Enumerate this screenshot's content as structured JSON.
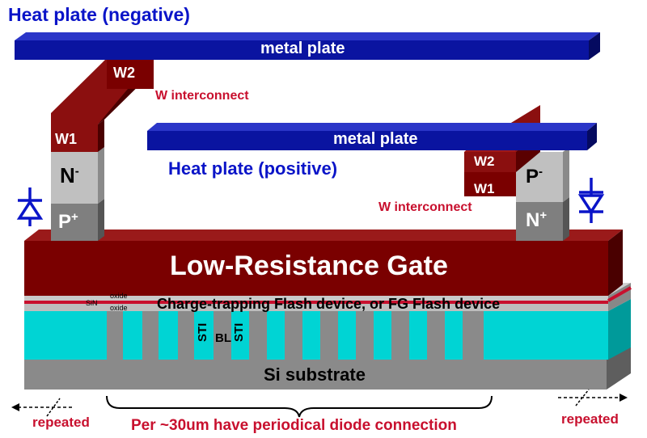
{
  "labels": {
    "heat_negative": "Heat plate (negative)",
    "heat_positive": "Heat plate (positive)",
    "metal_plate_top": "metal plate",
    "metal_plate_mid": "metal plate",
    "w2_left": "W2",
    "w1_left": "W1",
    "w_interconnect_left": "W interconnect",
    "w2_right": "W2",
    "w1_right": "W1",
    "w_interconnect_right": "W interconnect",
    "n_minus_left": "N",
    "n_minus_left_sup": "-",
    "p_plus_left": "P",
    "p_plus_left_sup": "+",
    "p_minus_right": "P",
    "p_minus_right_sup": "-",
    "n_plus_right": "N",
    "n_plus_right_sup": "+",
    "gate": "Low-Resistance Gate",
    "sin": "SiN",
    "oxide_top": "oxide",
    "oxide_bottom": "oxide",
    "flash_device": "Charge-trapping Flash device, or FG Flash device",
    "sti_left": "STI",
    "bl": "BL",
    "sti_right": "STI",
    "substrate": "Si substrate",
    "repeated_left": "repeated",
    "repeated_right": "repeated",
    "periodic": "Per ~30um have periodical diode connection"
  },
  "colors": {
    "metal_plate": "#0a14a0",
    "gate": "#7a0000",
    "tungsten": "#8b0f0f",
    "diode_light": "#c0c0c0",
    "diode_dark": "#7f7f7f",
    "cyan": "#00d4d4",
    "substrate": "#8a8a8a",
    "text_navy": "#0a14c8",
    "text_red": "#c8102e"
  },
  "icons": [
    "diode-symbol-icon-left",
    "diode-symbol-icon-right",
    "dashed-arrow-icon-left",
    "dashed-arrow-icon-right",
    "curly-brace-icon"
  ]
}
